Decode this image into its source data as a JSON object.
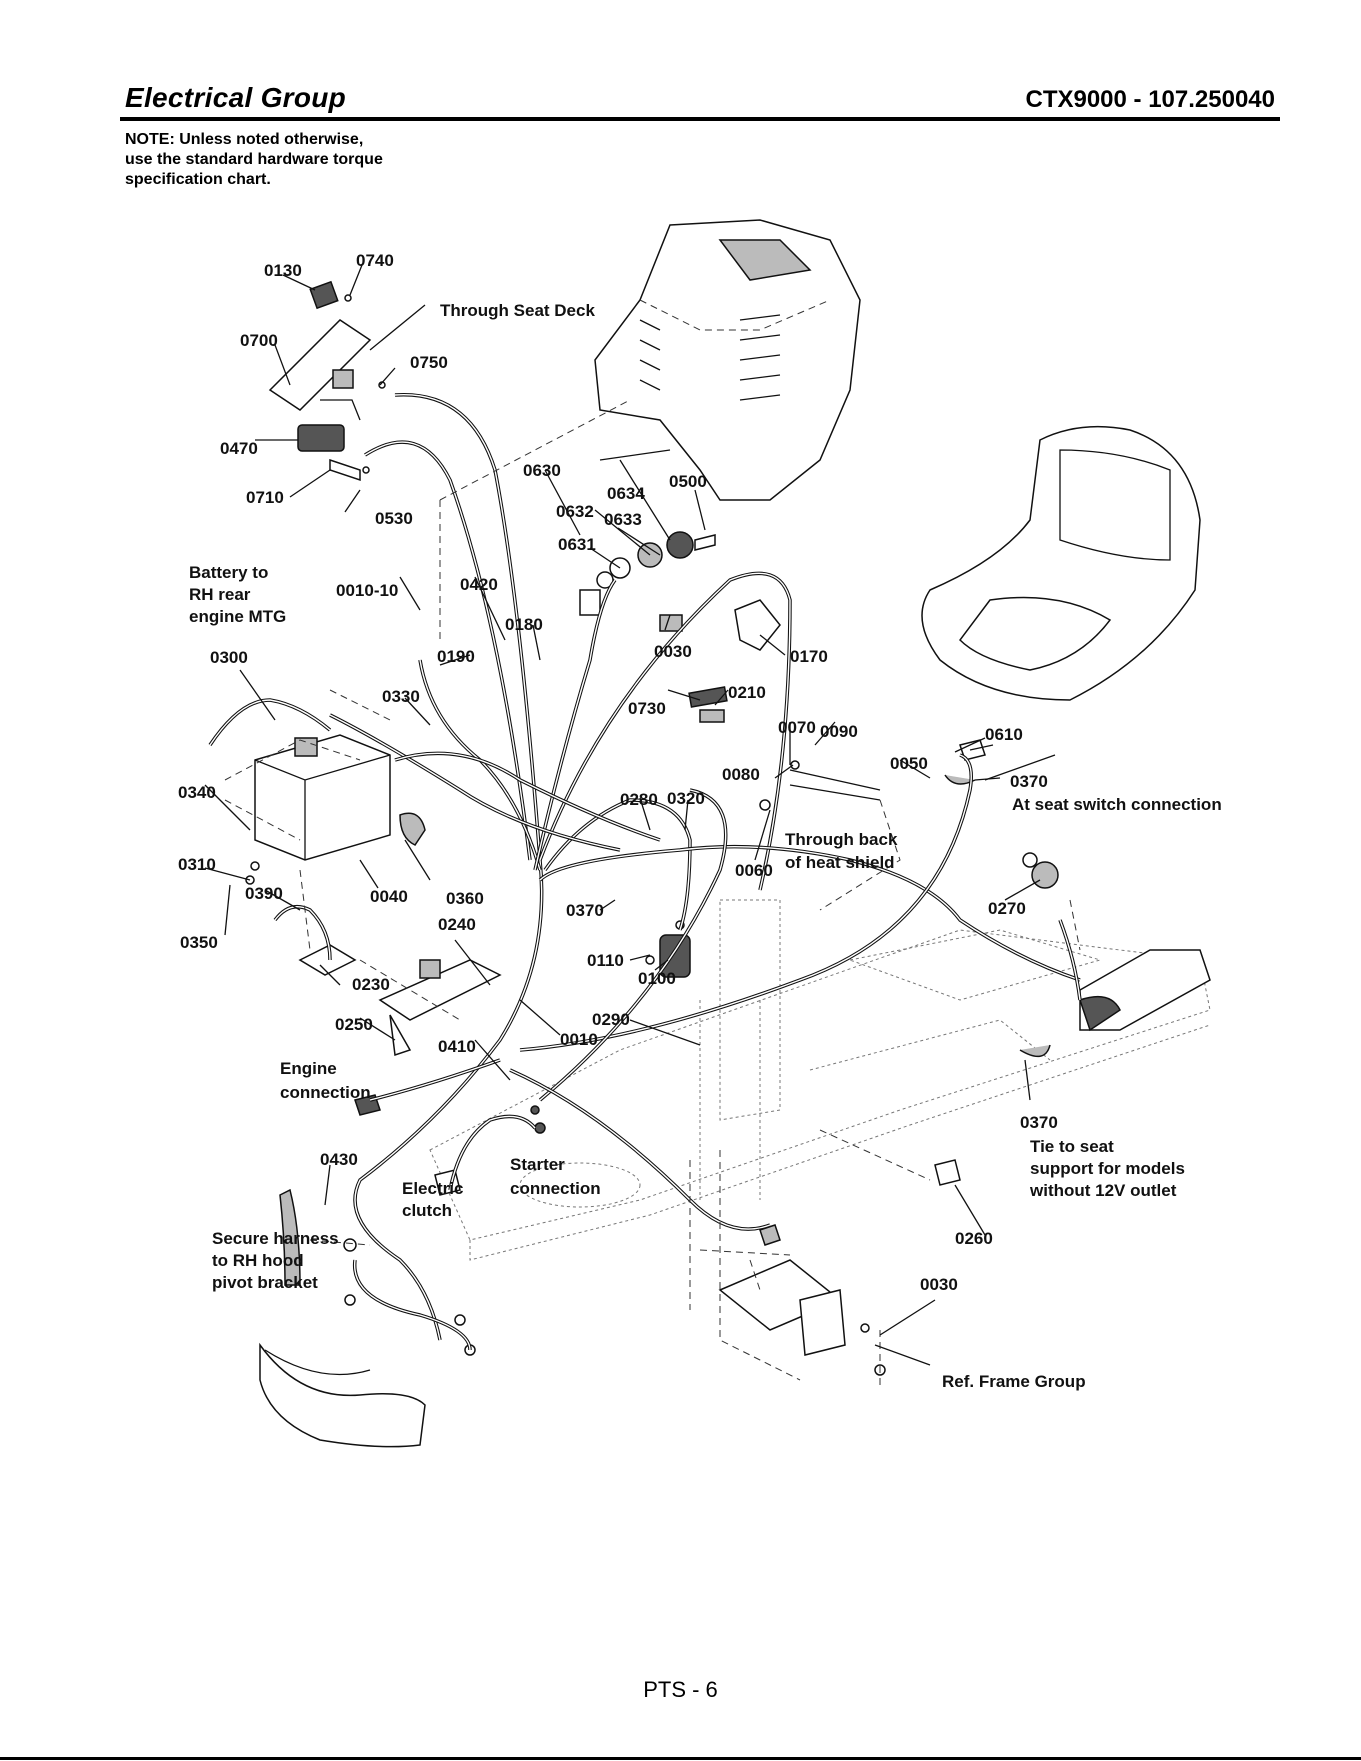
{
  "header": {
    "title": "Electrical Group",
    "model": "CTX9000 - 107.250040"
  },
  "note": {
    "line1": "NOTE: Unless noted otherwise,",
    "line2": "use the standard hardware torque",
    "line3": "specification chart."
  },
  "labels": {
    "p0130": "0130",
    "p0740": "0740",
    "p0700": "0700",
    "p0750": "0750",
    "p0470": "0470",
    "p0710": "0710",
    "p0530": "0530",
    "p0010_10": "0010-10",
    "p0420": "0420",
    "p0180": "0180",
    "p0300": "0300",
    "p0190": "0190",
    "p0330": "0330",
    "p0340": "0340",
    "p0310": "0310",
    "p0390": "0390",
    "p0350": "0350",
    "p0360": "0360",
    "p0040": "0040",
    "p0240": "0240",
    "p0230": "0230",
    "p0250": "0250",
    "p0410": "0410",
    "p0010": "0010",
    "p0290": "0290",
    "p0430": "0430",
    "p0630": "0630",
    "p0634": "0634",
    "p0500": "0500",
    "p0632": "0632",
    "p0633": "0633",
    "p0631": "0631",
    "p0030a": "0030",
    "p0170": "0170",
    "p0730": "0730",
    "p0210": "0210",
    "p0070": "0070",
    "p0090": "0090",
    "p0080": "0080",
    "p0050": "0050",
    "p0280": "0280",
    "p0320": "0320",
    "p0060": "0060",
    "p0370a": "0370",
    "p0110": "0110",
    "p0100": "0100",
    "p0610": "0610",
    "p0370b": "0370",
    "p0270": "0270",
    "p0370c": "0370",
    "p0260": "0260",
    "p0030b": "0030"
  },
  "callouts": {
    "through_seat_deck": "Through Seat Deck",
    "battery_l1": "Battery to",
    "battery_l2": "RH rear",
    "battery_l3": "engine MTG",
    "through_back_l1": "Through back",
    "through_back_l2": "of heat shield",
    "at_seat_switch": "At seat switch connection",
    "engine_l1": "Engine",
    "engine_l2": "connection",
    "starter_l1": "Starter",
    "starter_l2": "connection",
    "clutch_l1": "Electric",
    "clutch_l2": "clutch",
    "secure_l1": "Secure harness",
    "secure_l2": "to RH hood",
    "secure_l3": "pivot bracket",
    "tie_l1": "Tie to seat",
    "tie_l2": "support for models",
    "tie_l3": "without 12V outlet",
    "ref_frame": "Ref. Frame Group"
  },
  "footer": {
    "page": "PTS - 6"
  }
}
